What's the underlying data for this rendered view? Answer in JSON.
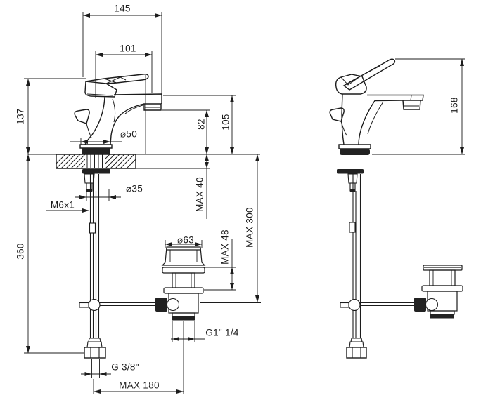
{
  "drawing": {
    "subject": "single-lever basin mixer faucet with pop-up waste, front and side installation views",
    "style": {
      "line_color": "#1c1c1c",
      "background": "#ffffff"
    },
    "dims": {
      "overall_depth": "145",
      "spout_reach": "101",
      "height_above_deck": "137",
      "under_deck_length": "360",
      "base_diameter": "⌀50",
      "outlet_height": "82",
      "spout_height": "105",
      "max_deck_thickness": "MAX 40",
      "shank_diameter": "⌀35",
      "fixing_stud_thread": "M6x1",
      "max_rod_length": "MAX 300",
      "waste_cap_diameter": "⌀63",
      "max_waste_deck_thickness": "MAX 48",
      "waste_thread": "G1\" 1/4",
      "supply_hose_thread": "G 3/8\"",
      "max_waste_offset": "MAX 180",
      "side_overall_height": "168"
    }
  }
}
